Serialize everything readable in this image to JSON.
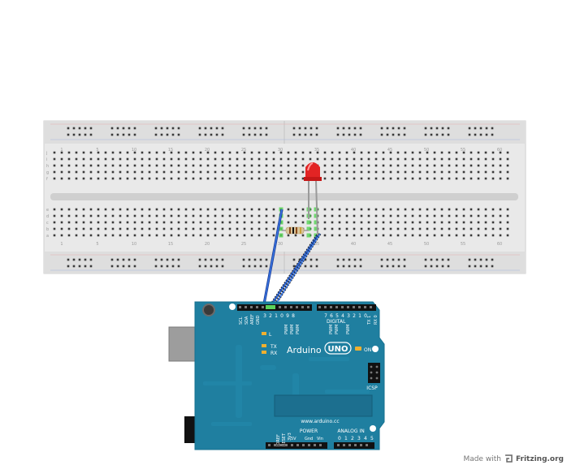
{
  "credit": {
    "prefix": "Made with",
    "brand": "Fritzing.org"
  },
  "breadboard": {
    "row_letters": [
      "j",
      "i",
      "h",
      "g",
      "f",
      "e",
      "d",
      "c",
      "b",
      "a"
    ],
    "column_numbers": [
      "1",
      "5",
      "10",
      "15",
      "20",
      "25",
      "30",
      "35",
      "40",
      "45",
      "50",
      "55",
      "60"
    ]
  },
  "arduino": {
    "brand": "Arduino",
    "model": "UNO",
    "on_label": "ON",
    "url": "www.arduino.cc",
    "digital_label": "DIGITAL",
    "analog_label": "ANALOG IN",
    "power_label": "POWER",
    "icsp_label": "ICSP",
    "led_l": "L",
    "led_tx": "TX",
    "led_rx": "RX",
    "top_pin_labels": [
      "SCL",
      "SDA",
      "AREF",
      "GND",
      "13",
      "12",
      "~11",
      "~10",
      "~9",
      "8",
      "7",
      "~6",
      "~5",
      "4",
      "~3",
      "2",
      "TX 1",
      "RX 0"
    ],
    "top_digits": [
      "3",
      "2",
      "1",
      "0",
      "9",
      "8",
      "7",
      "6",
      "5",
      "4",
      "3",
      "2",
      "1",
      "0"
    ],
    "pwm_text": "PWM",
    "power_pins": [
      "IOREF",
      "RESET",
      "3V3",
      "5V",
      "Gnd",
      "Vin"
    ],
    "power_short": [
      "5V",
      "Gnd",
      "Vin"
    ],
    "analog_pins": [
      "0",
      "1",
      "2",
      "3",
      "4",
      "5"
    ]
  },
  "colors": {
    "board": "#1f7fa0",
    "board_dark": "#136582",
    "wire": "#2a5fc8",
    "led": "#e02020",
    "breadboard": "#e8e8e8"
  }
}
